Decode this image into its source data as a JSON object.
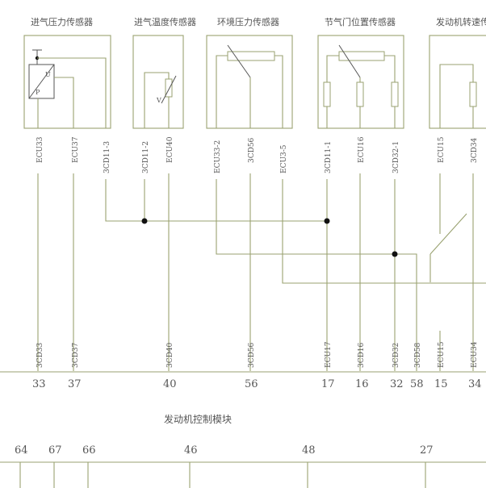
{
  "sensors": {
    "intake_pressure": {
      "title": "进气压力传感器",
      "symbol_u": "U",
      "symbol_p": "P",
      "wires": [
        "ECU33",
        "ECU37",
        "3CD11-3"
      ]
    },
    "intake_temp": {
      "title": "进气温度传感器",
      "symbol_v": "V",
      "wires": [
        "3CD11-2",
        "ECU40"
      ]
    },
    "ambient_pressure": {
      "title": "环境压力传感器",
      "wires": [
        "ECU33-2",
        "3CD56",
        "ECU3-5"
      ]
    },
    "throttle_position": {
      "title": "节气门位置传感器",
      "wires": [
        "3CD11-1",
        "ECU16",
        "3CD32-1"
      ]
    },
    "engine_speed": {
      "title": "发动机转速传感",
      "wires": [
        "ECU15",
        "3CD34"
      ]
    }
  },
  "bus_wires": [
    "3CD33",
    "3CD37",
    "3CD40",
    "3CD56",
    "ECU17",
    "3CD16",
    "3CD32",
    "3CD58",
    "ECU15",
    "ECU34"
  ],
  "ecu": {
    "label": "发动机控制模块",
    "top_pins": [
      "33",
      "37",
      "40",
      "56",
      "17",
      "16",
      "32",
      "58",
      "15",
      "34"
    ],
    "bottom_pins": [
      "64",
      "67",
      "66",
      "46",
      "48",
      "27"
    ]
  }
}
